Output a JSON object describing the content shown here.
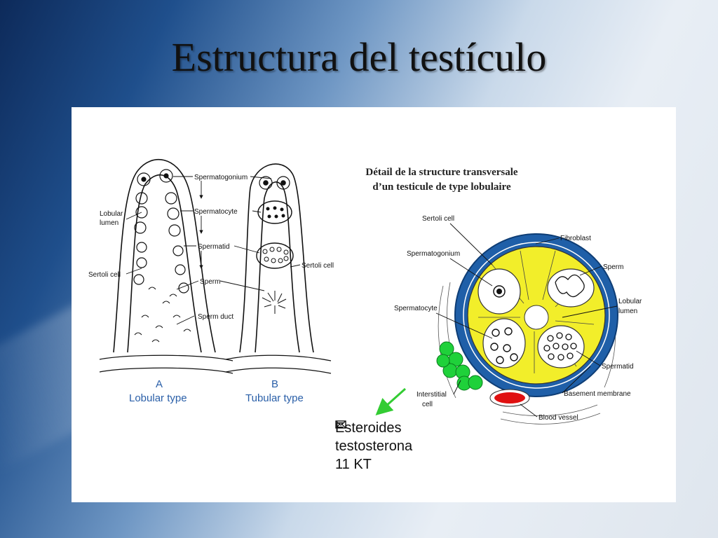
{
  "title": "Estructura del testículo",
  "diagram_left": {
    "labels": {
      "spermatogonium": "Spermatogonium",
      "spermatocyte": "Spermatocyte",
      "spermatid": "Spermatid",
      "sperm": "Sperm",
      "sperm_duct": "Sperm duct",
      "lobular_lumen_1": "Lobular",
      "lobular_lumen_2": "lumen",
      "sertoli_cell_a": "Sertoli cell",
      "sertoli_cell_b": "Sertoli cell",
      "type_a_letter": "A",
      "type_a_name": "Lobular type",
      "type_b_letter": "B",
      "type_b_name": "Tubular type"
    }
  },
  "diagram_right": {
    "heading_line1": "Détail de la structure transversale",
    "heading_line2": "d’un testicule de type lobulaire",
    "labels": {
      "sertoli_cell": "Sertoli cell",
      "fibroblast": "Fibroblast",
      "spermatogonium": "Spermatogonium",
      "sperm": "Sperm",
      "lobular_lumen_1": "Lobular",
      "lobular_lumen_2": "lumen",
      "spermatocyte": "Spermatocyte",
      "spermatid": "Spermatid",
      "interstitial_1": "Interstitial",
      "interstitial_2": "cell",
      "basement_membrane": "Basement membrane",
      "blood_vessel": "Blood vessel"
    },
    "colors": {
      "wall": "#1f5fa8",
      "lumen_fill": "#f2ee2a",
      "interstitial": "#1fd13a",
      "blood": "#e01010",
      "arrow": "#33cc33"
    }
  },
  "steroids": {
    "heading": "Esteroides",
    "items": [
      "testosterona",
      "11 KT"
    ]
  }
}
